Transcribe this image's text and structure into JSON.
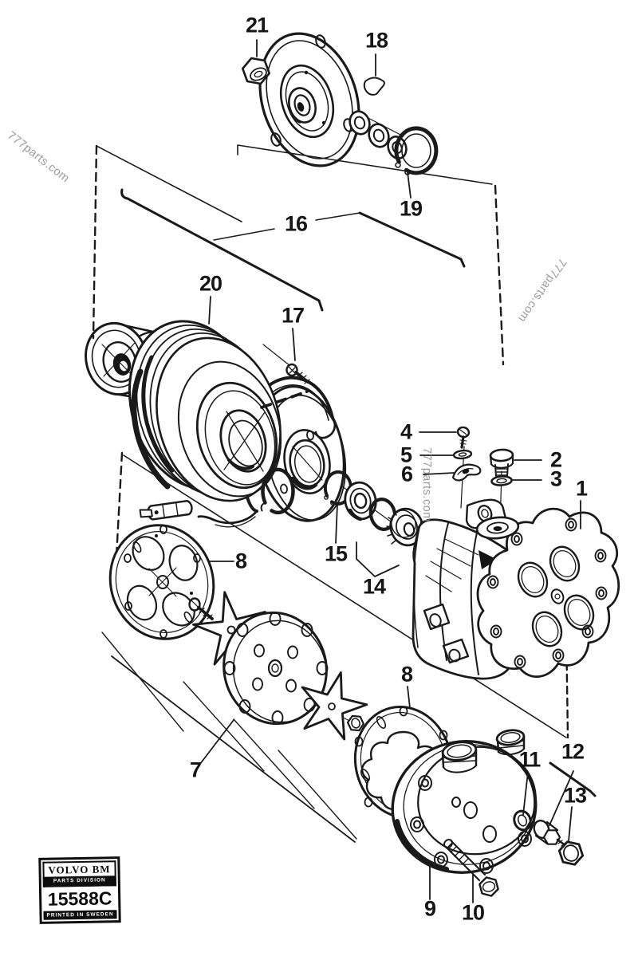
{
  "diagram": {
    "callouts": {
      "n1": "1",
      "n2": "2",
      "n3": "3",
      "n4": "4",
      "n5": "5",
      "n6": "6",
      "n7": "7",
      "n8_upper": "8",
      "n8_lower": "8",
      "n9": "9",
      "n10": "10",
      "n11": "11",
      "n12": "12",
      "n13": "13",
      "n14": "14",
      "n15": "15",
      "n16": "16",
      "n17": "17",
      "n18": "18",
      "n19": "19",
      "n20": "20",
      "n21": "21"
    },
    "watermarks": {
      "top_left": "777parts.com",
      "center": "777parts.com",
      "right": "777parts.com"
    },
    "plate": {
      "brand": "VOLVO BM",
      "division": "PARTS DIVISION",
      "number": "15588C",
      "origin": "PRINTED IN SWEDEN"
    }
  }
}
